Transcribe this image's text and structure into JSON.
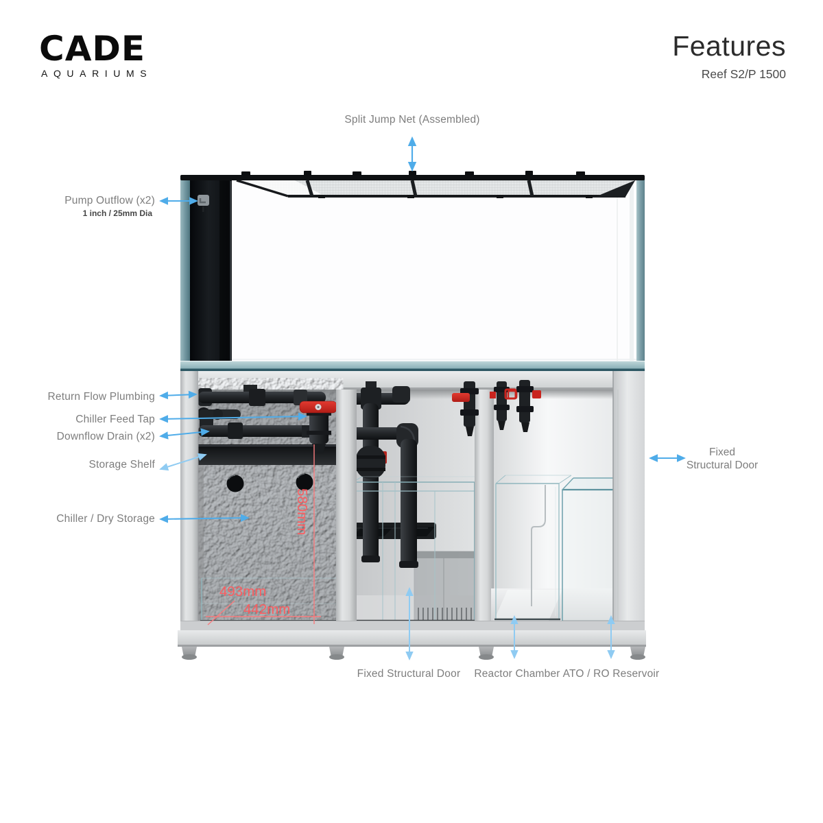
{
  "brand": {
    "name": "CADE",
    "tagline": "AQUARIUMS"
  },
  "header": {
    "title": "Features",
    "subtitle": "Reef S2/P 1500"
  },
  "callouts": {
    "split_jump_net": "Split Jump Net (Assembled)",
    "pump_outflow": "Pump Outflow (x2)",
    "pump_outflow_detail": "1 inch / 25mm Dia",
    "return_flow": "Return Flow Plumbing",
    "chiller_feed_tap": "Chiller Feed Tap",
    "downflow_drain": "Downflow Drain (x2)",
    "storage_shelf": "Storage Shelf",
    "chiller_dry_storage": "Chiller / Dry Storage",
    "fixed_door_side_line1": "Fixed",
    "fixed_door_side_line2": "Structural Door",
    "fixed_door_bottom": "Fixed Structural Door",
    "reactor_chamber": "Reactor Chamber",
    "ato_ro_reservoir": "ATO / RO Reservoir"
  },
  "dimensions": {
    "chiller_bay_height": "580mm",
    "chiller_bay_depth": "493mm",
    "chiller_bay_width": "442mm"
  },
  "colors": {
    "arrow": "#4face9",
    "arrow_soft": "#8fcbf2",
    "dimension_red": "#fb5d60",
    "label_gray": "#7d7d7d",
    "glass_teal": "#74a5af",
    "valve_red": "#c9241e"
  }
}
